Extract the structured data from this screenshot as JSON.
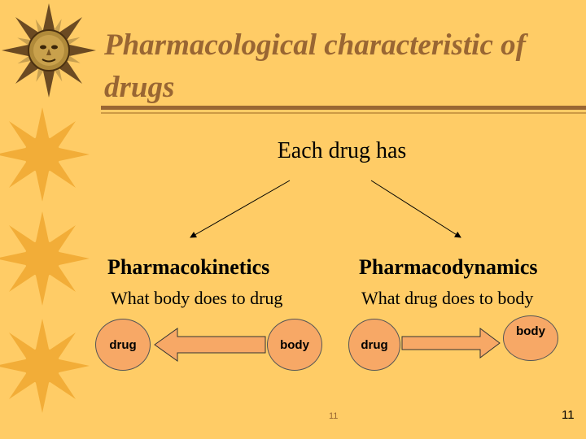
{
  "slide": {
    "title": "Pharmacological characteristic of drugs",
    "subtitle": "Each drug has",
    "left": {
      "heading": "Pharmacokinetics",
      "description": "What body does to drug",
      "circle_a": "drug",
      "circle_b": "body"
    },
    "right": {
      "heading": "Pharmacodynamics",
      "description": "What drug does to body",
      "circle_a": "drug",
      "circle_b": "body"
    },
    "footer_small": "11",
    "page_number": "11"
  },
  "colors": {
    "background": "#FFCC66",
    "title": "#996633",
    "circle_fill": "#F7A866",
    "sun": "#F0A830"
  },
  "icons": [
    "sun-face-icon",
    "sun-icon"
  ]
}
